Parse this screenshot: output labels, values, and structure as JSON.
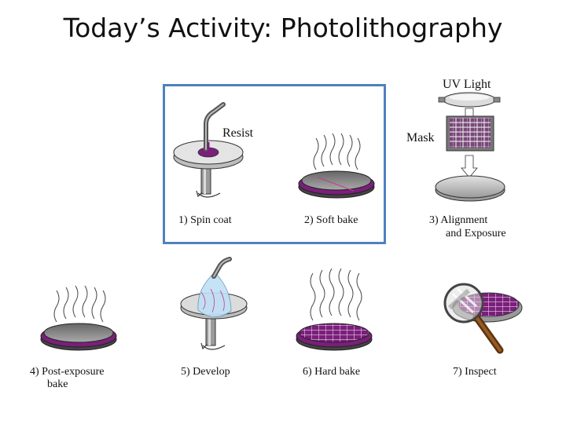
{
  "slide": {
    "title": "Today’s Activity: Photolithography"
  },
  "labels": {
    "resist": "Resist",
    "mask": "Mask",
    "uv_light": "UV Light"
  },
  "steps": [
    {
      "line1": "1)  Spin coat",
      "line2": ""
    },
    {
      "line1": "2)  Soft bake",
      "line2": ""
    },
    {
      "line1": "3)  Alignment",
      "line2": "and Exposure"
    },
    {
      "line1": "4)  Post-exposure",
      "line2": "bake"
    },
    {
      "line1": "5)  Develop",
      "line2": ""
    },
    {
      "line1": "6)  Hard bake",
      "line2": ""
    },
    {
      "line1": "7)  Inspect",
      "line2": ""
    }
  ],
  "colors": {
    "highlight_border": "#4f81bd",
    "resist_purple": "#7a1f7a",
    "wafer_gray": "#c8c8c8",
    "grid_line": "#e8d0ea"
  }
}
